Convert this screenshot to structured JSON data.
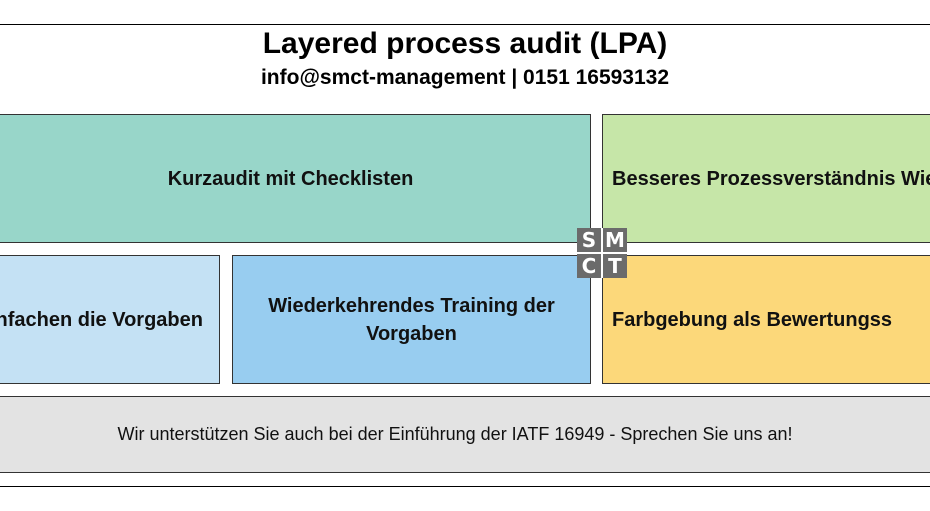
{
  "header": {
    "title": "Layered process audit (LPA)",
    "contact": "info@smct-management | 0151 16593132"
  },
  "boxes": [
    {
      "text": "Kurzaudit mit Checklisten",
      "color": "#98d6c9"
    },
    {
      "text": "Besseres Prozessverständnis\n    Wiederholungen",
      "color": "#c6e6a8"
    },
    {
      "text": "listen vereinfachen\ndie Vorgaben",
      "color": "#c4e1f4"
    },
    {
      "text": "Wiederkehrendes Training der\nVorgaben",
      "color": "#98cdf0"
    },
    {
      "text": "Farbgebung als Bewertungss",
      "color": "#fcd87a"
    }
  ],
  "banner": {
    "text": "Wir unterstützen Sie auch bei der Einführung der IATF 16949 - Sprechen Sie uns an!",
    "color": "#e3e3e3"
  },
  "logo": {
    "letters": [
      "S",
      "M",
      "C",
      "T"
    ]
  }
}
